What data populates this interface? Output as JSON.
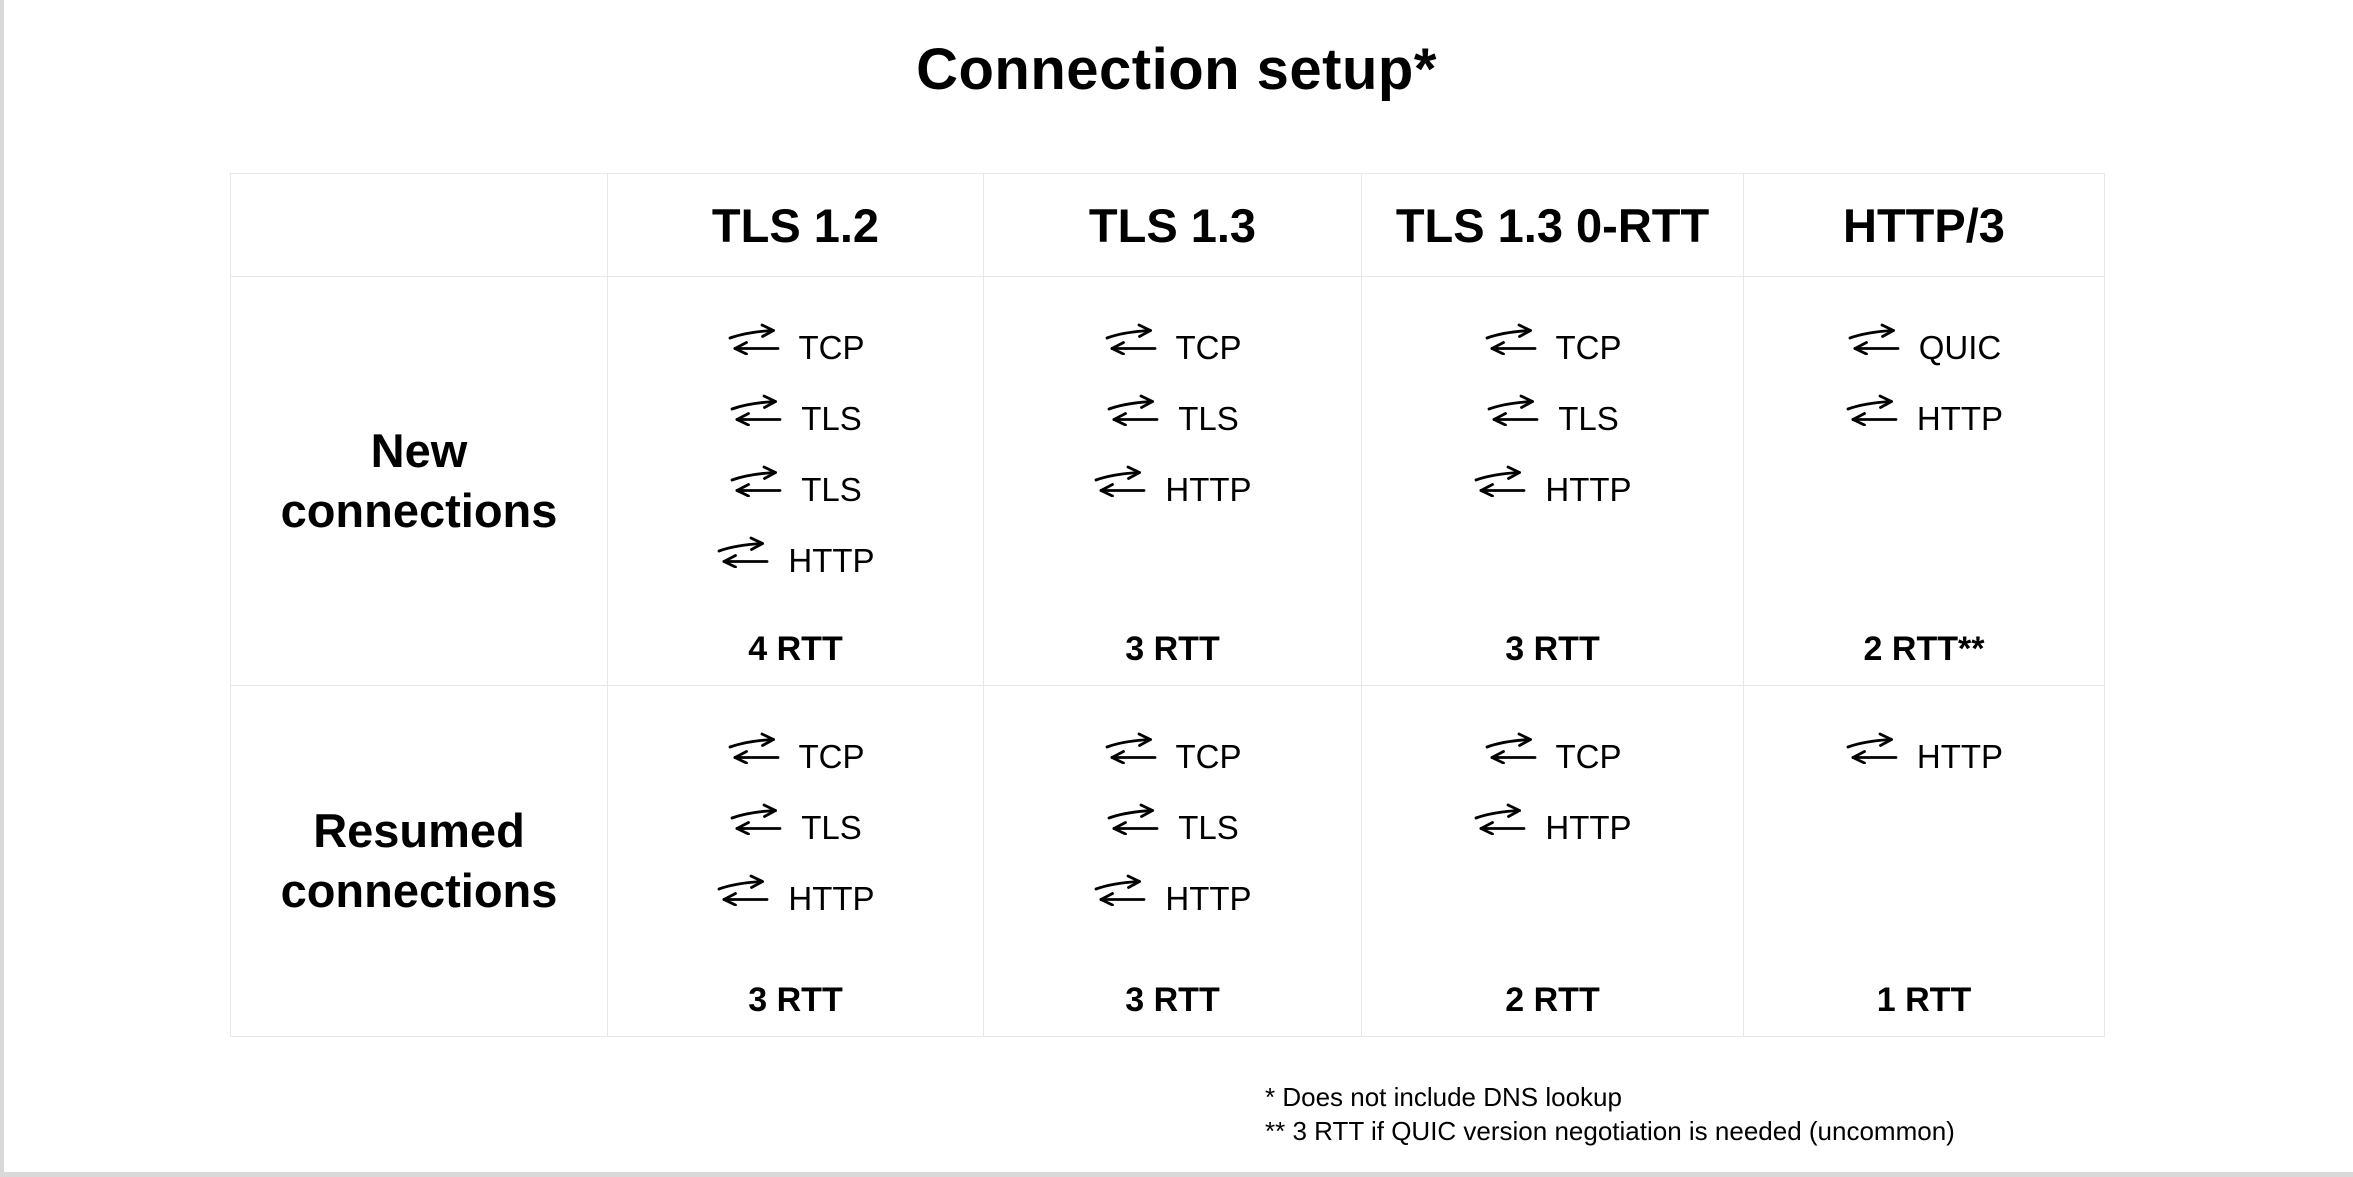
{
  "page": {
    "title": "Connection setup*"
  },
  "table": {
    "corner_label": "",
    "columns": [
      "TLS 1.2",
      "TLS 1.3",
      "TLS 1.3 0-RTT",
      "HTTP/3"
    ],
    "rows": [
      {
        "label": "New connections",
        "cells": [
          {
            "steps": [
              "TCP",
              "TLS",
              "TLS",
              "HTTP"
            ],
            "rtt": "4 RTT"
          },
          {
            "steps": [
              "TCP",
              "TLS",
              "HTTP"
            ],
            "rtt": "3 RTT"
          },
          {
            "steps": [
              "TCP",
              "TLS",
              "HTTP"
            ],
            "rtt": "3 RTT"
          },
          {
            "steps": [
              "QUIC",
              "HTTP"
            ],
            "rtt": "2 RTT**"
          }
        ]
      },
      {
        "label": "Resumed connections",
        "cells": [
          {
            "steps": [
              "TCP",
              "TLS",
              "HTTP"
            ],
            "rtt": "3 RTT"
          },
          {
            "steps": [
              "TCP",
              "TLS",
              "HTTP"
            ],
            "rtt": "3 RTT"
          },
          {
            "steps": [
              "TCP",
              "HTTP"
            ],
            "rtt": "2 RTT"
          },
          {
            "steps": [
              "HTTP"
            ],
            "rtt": "1 RTT"
          }
        ]
      }
    ]
  },
  "footnotes": [
    "* Does not include DNS lookup",
    "** 3 RTT if QUIC version negotiation is needed (uncommon)"
  ],
  "icons": {
    "round_trip": "⇄"
  },
  "colors": {
    "text": "#000000",
    "grid_border": "#e7e7e7",
    "canvas_edge": "#d9d9d9",
    "background": "#ffffff"
  }
}
